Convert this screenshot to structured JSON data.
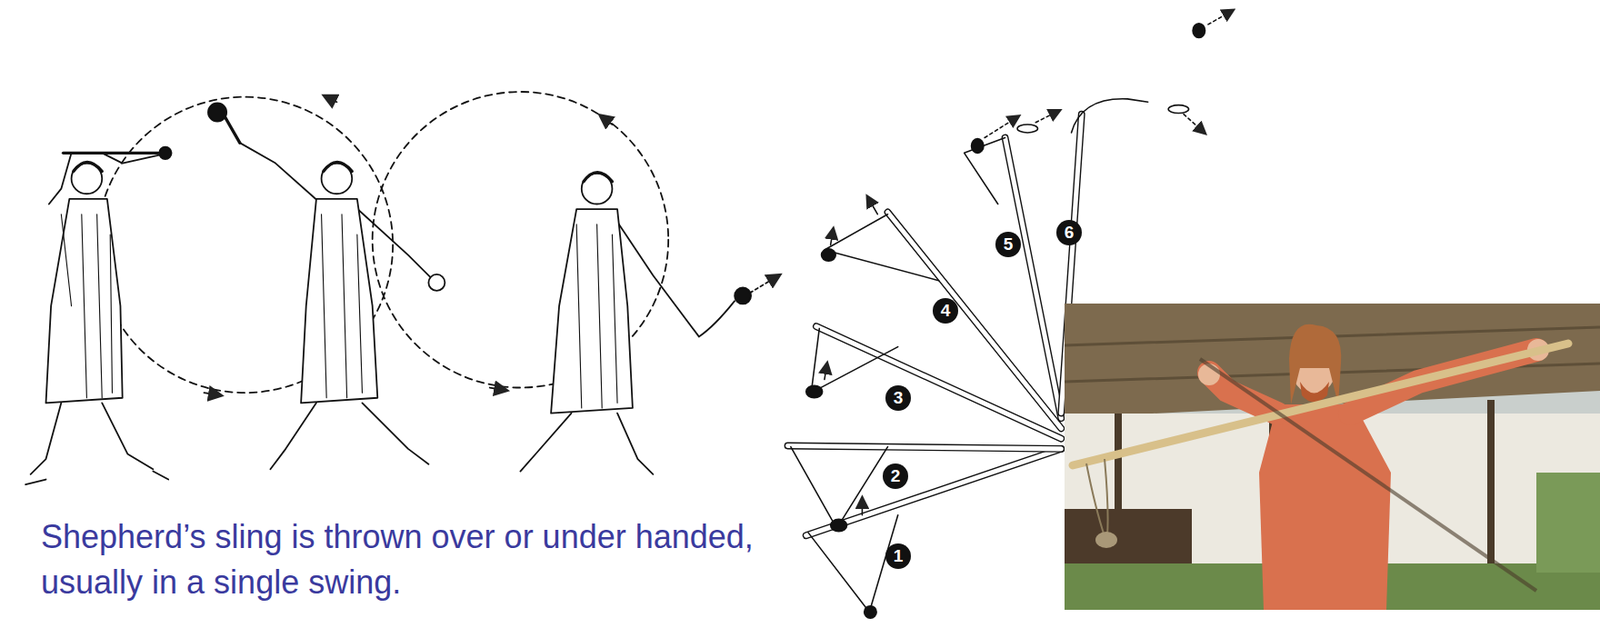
{
  "diagram": {
    "caption": "Shepherd’s sling is thrown over or under handed, usually in a single swing.",
    "labels": [
      "1",
      "2",
      "3",
      "4",
      "5",
      "6"
    ]
  }
}
